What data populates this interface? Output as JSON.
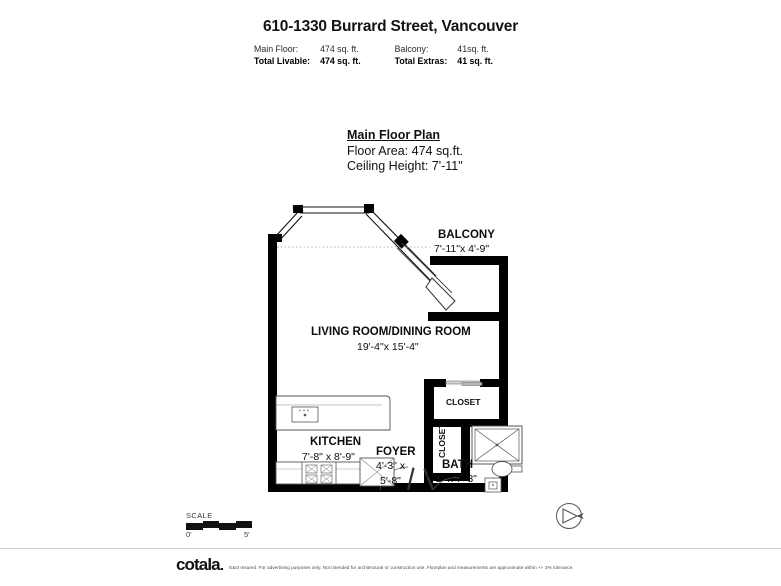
{
  "header": {
    "address": "610-1330 Burrard Street, Vancouver",
    "summary_rows": [
      {
        "left_label": "Main Floor:",
        "left_value": "474 sq. ft.",
        "right_label": "Balcony:",
        "right_value": "41sq. ft.",
        "bold": false
      },
      {
        "left_label": "Total Livable:",
        "left_value": "474 sq. ft.",
        "right_label": "Total Extras:",
        "right_value": "41 sq. ft.",
        "bold": true
      }
    ]
  },
  "plan_title": {
    "title": "Main Floor Plan",
    "floor_area": "Floor Area: 474 sq.ft.",
    "ceiling_height": "Ceiling Height: 7'-11\""
  },
  "rooms": [
    {
      "id": "balcony",
      "name": "BALCONY",
      "dim": "7'-11\"x  4'-9\""
    },
    {
      "id": "living",
      "name": "LIVING ROOM/DINING ROOM",
      "dim": "19'-4\"x 15'-4\""
    },
    {
      "id": "kitchen",
      "name": "KITCHEN",
      "dim": "7'-8\" x  8'-9\""
    },
    {
      "id": "foyer",
      "name": "FOYER",
      "dim": "4'-3\" x",
      "dim2": "5'-8\""
    },
    {
      "id": "bath",
      "name": "BATH",
      "dim": "7'-1\" x  7'-3\""
    },
    {
      "id": "closet_upper",
      "name": "CLOSET",
      "dim": ""
    },
    {
      "id": "closet_side",
      "name": "CLOSET",
      "dim": ""
    }
  ],
  "scale": {
    "label": "SCALE",
    "start": "0'",
    "end": "5'"
  },
  "compass": {
    "icon": "north-arrow-icon"
  },
  "footer": {
    "brand": "cotala",
    "disclaimer": "E&O Insured. For advertising purposes only. Not intended for architectural or construction use. Floorplan and measurements are approximate within +/- 2% tolerance."
  },
  "colors": {
    "wall": "#000000",
    "fixture_stroke": "#555555",
    "text": "#111111",
    "rule": "#cfcfcf"
  }
}
